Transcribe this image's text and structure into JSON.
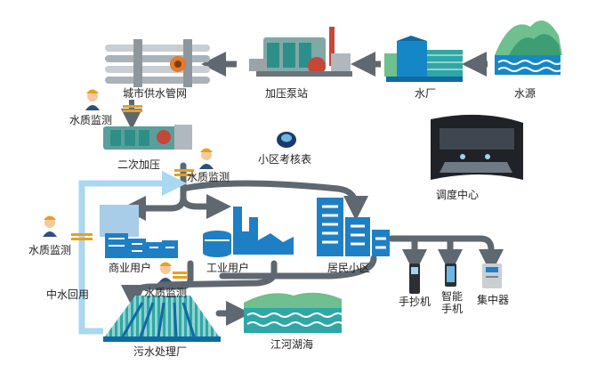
{
  "labels": {
    "city_pipe_network": "城市供水管网",
    "booster_station": "加压泵站",
    "water_plant": "水厂",
    "water_source": "水源",
    "wq_monitor_1": "水质监测",
    "secondary_boost": "二次加压",
    "district_meter": "小区考核表",
    "wq_monitor_2": "水质监测",
    "dispatch_center": "调度中心",
    "wq_monitor_3": "水质监测",
    "commercial_users": "商业用户",
    "industrial_users": "工业用户",
    "residential": "居民小区",
    "reclaimed_water": "中水回用",
    "wq_monitor_4": "水质监测",
    "handheld_reader": "手抄机",
    "smart_phone": "智能\n手机",
    "concentrator": "集中器",
    "sewage_plant": "污水处理厂",
    "rivers_lakes": "江河湖海"
  },
  "colors": {
    "pipe_gray": "#5f6770",
    "reclaim_blue": "#a9d8f0",
    "building_blue": "#1f7fc4",
    "building_light": "#a7cde8",
    "water_teal": "#2fa7a6",
    "water_blue": "#1687c6",
    "mountain_green": "#6fbf8f",
    "worker_orange": "#e7a11c"
  },
  "icons": [
    "pipe-network-icon",
    "booster-pump-icon",
    "water-plant-icon",
    "water-source-icon",
    "worker-icon",
    "secondary-pump-icon",
    "district-meter-icon",
    "dispatch-room-icon",
    "commercial-building-icon",
    "industrial-factory-icon",
    "residential-building-icon",
    "handheld-reader-icon",
    "smartphone-icon",
    "concentrator-icon",
    "sewage-plant-icon",
    "river-icon"
  ]
}
